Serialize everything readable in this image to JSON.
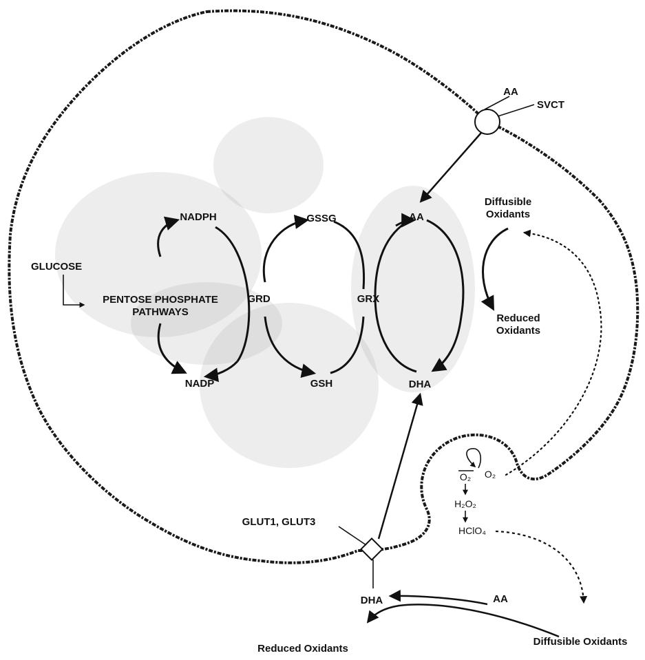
{
  "diagram": {
    "transporter_in": {
      "label": "SVCT",
      "substrate": "AA"
    },
    "glucose": "GLUCOSE",
    "pentose": {
      "line1": "PENTOSE PHOSPHATE",
      "line2": "PATHWAYS"
    },
    "cycle_nadph": {
      "top": "NADPH",
      "bottom": "NADP",
      "enzyme": "GRD"
    },
    "cycle_glutathione": {
      "top": "GSSG",
      "bottom": "GSH",
      "enzyme": "GRX"
    },
    "cycle_ascorbate": {
      "top": "AA",
      "bottom": "DHA"
    },
    "inner_oxidants": {
      "diffusible_line1": "Diffusible",
      "diffusible_line2": "Oxidants",
      "reduced_line1": "Reduced",
      "reduced_line2": "Oxidants"
    },
    "glut": {
      "label": "GLUT1, GLUT3"
    },
    "ros": {
      "superoxide": "O₂",
      "oxygen": "O₂",
      "peroxide": "H₂O₂",
      "hypochlorite": "HClO₄"
    },
    "outside": {
      "dha": "DHA",
      "aa": "AA",
      "reduced_oxidants": "Reduced Oxidants",
      "diffusible_oxidants": "Diffusible Oxidants"
    },
    "colors": {
      "ink": "#111111",
      "texture": "#9a9a9a"
    }
  }
}
